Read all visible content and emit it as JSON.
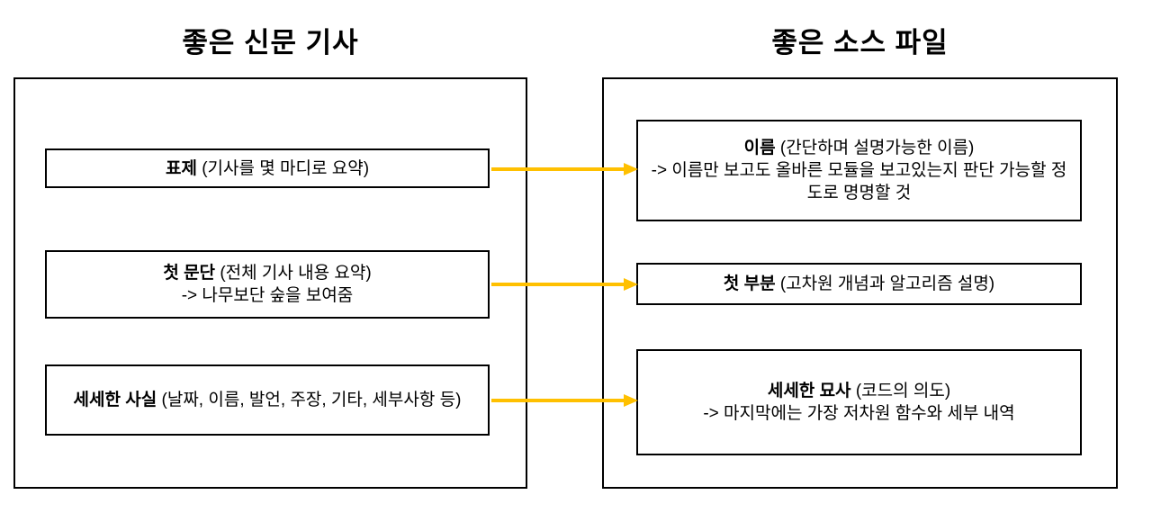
{
  "left_panel": {
    "title": "좋은 신문 기사",
    "boxes": [
      {
        "title": "표제",
        "desc": "(기사를 몇 마디로 요약)"
      },
      {
        "title": "첫 문단",
        "desc": "(전체 기사 내용 요약)",
        "note": "-> 나무보단 숲을 보여줌"
      },
      {
        "title": "세세한 사실",
        "desc": "(날짜, 이름, 발언, 주장, 기타, 세부사항 등)"
      }
    ]
  },
  "right_panel": {
    "title": "좋은 소스 파일",
    "boxes": [
      {
        "title": "이름",
        "desc": "(간단하며 설명가능한 이름)",
        "note": "-> 이름만 보고도 올바른 모듈을 보고있는지 판단 가능할 정도로 명명할 것"
      },
      {
        "title": "첫 부분",
        "desc": "(고차원 개념과 알고리즘 설명)"
      },
      {
        "title": "세세한 묘사",
        "desc": "(코드의 의도)",
        "note": "-> 마지막에는 가장 저차원 함수와 세부 내역"
      }
    ]
  },
  "colors": {
    "arrow": "#FFC000",
    "border": "#000000",
    "background": "#FFFFFF"
  }
}
